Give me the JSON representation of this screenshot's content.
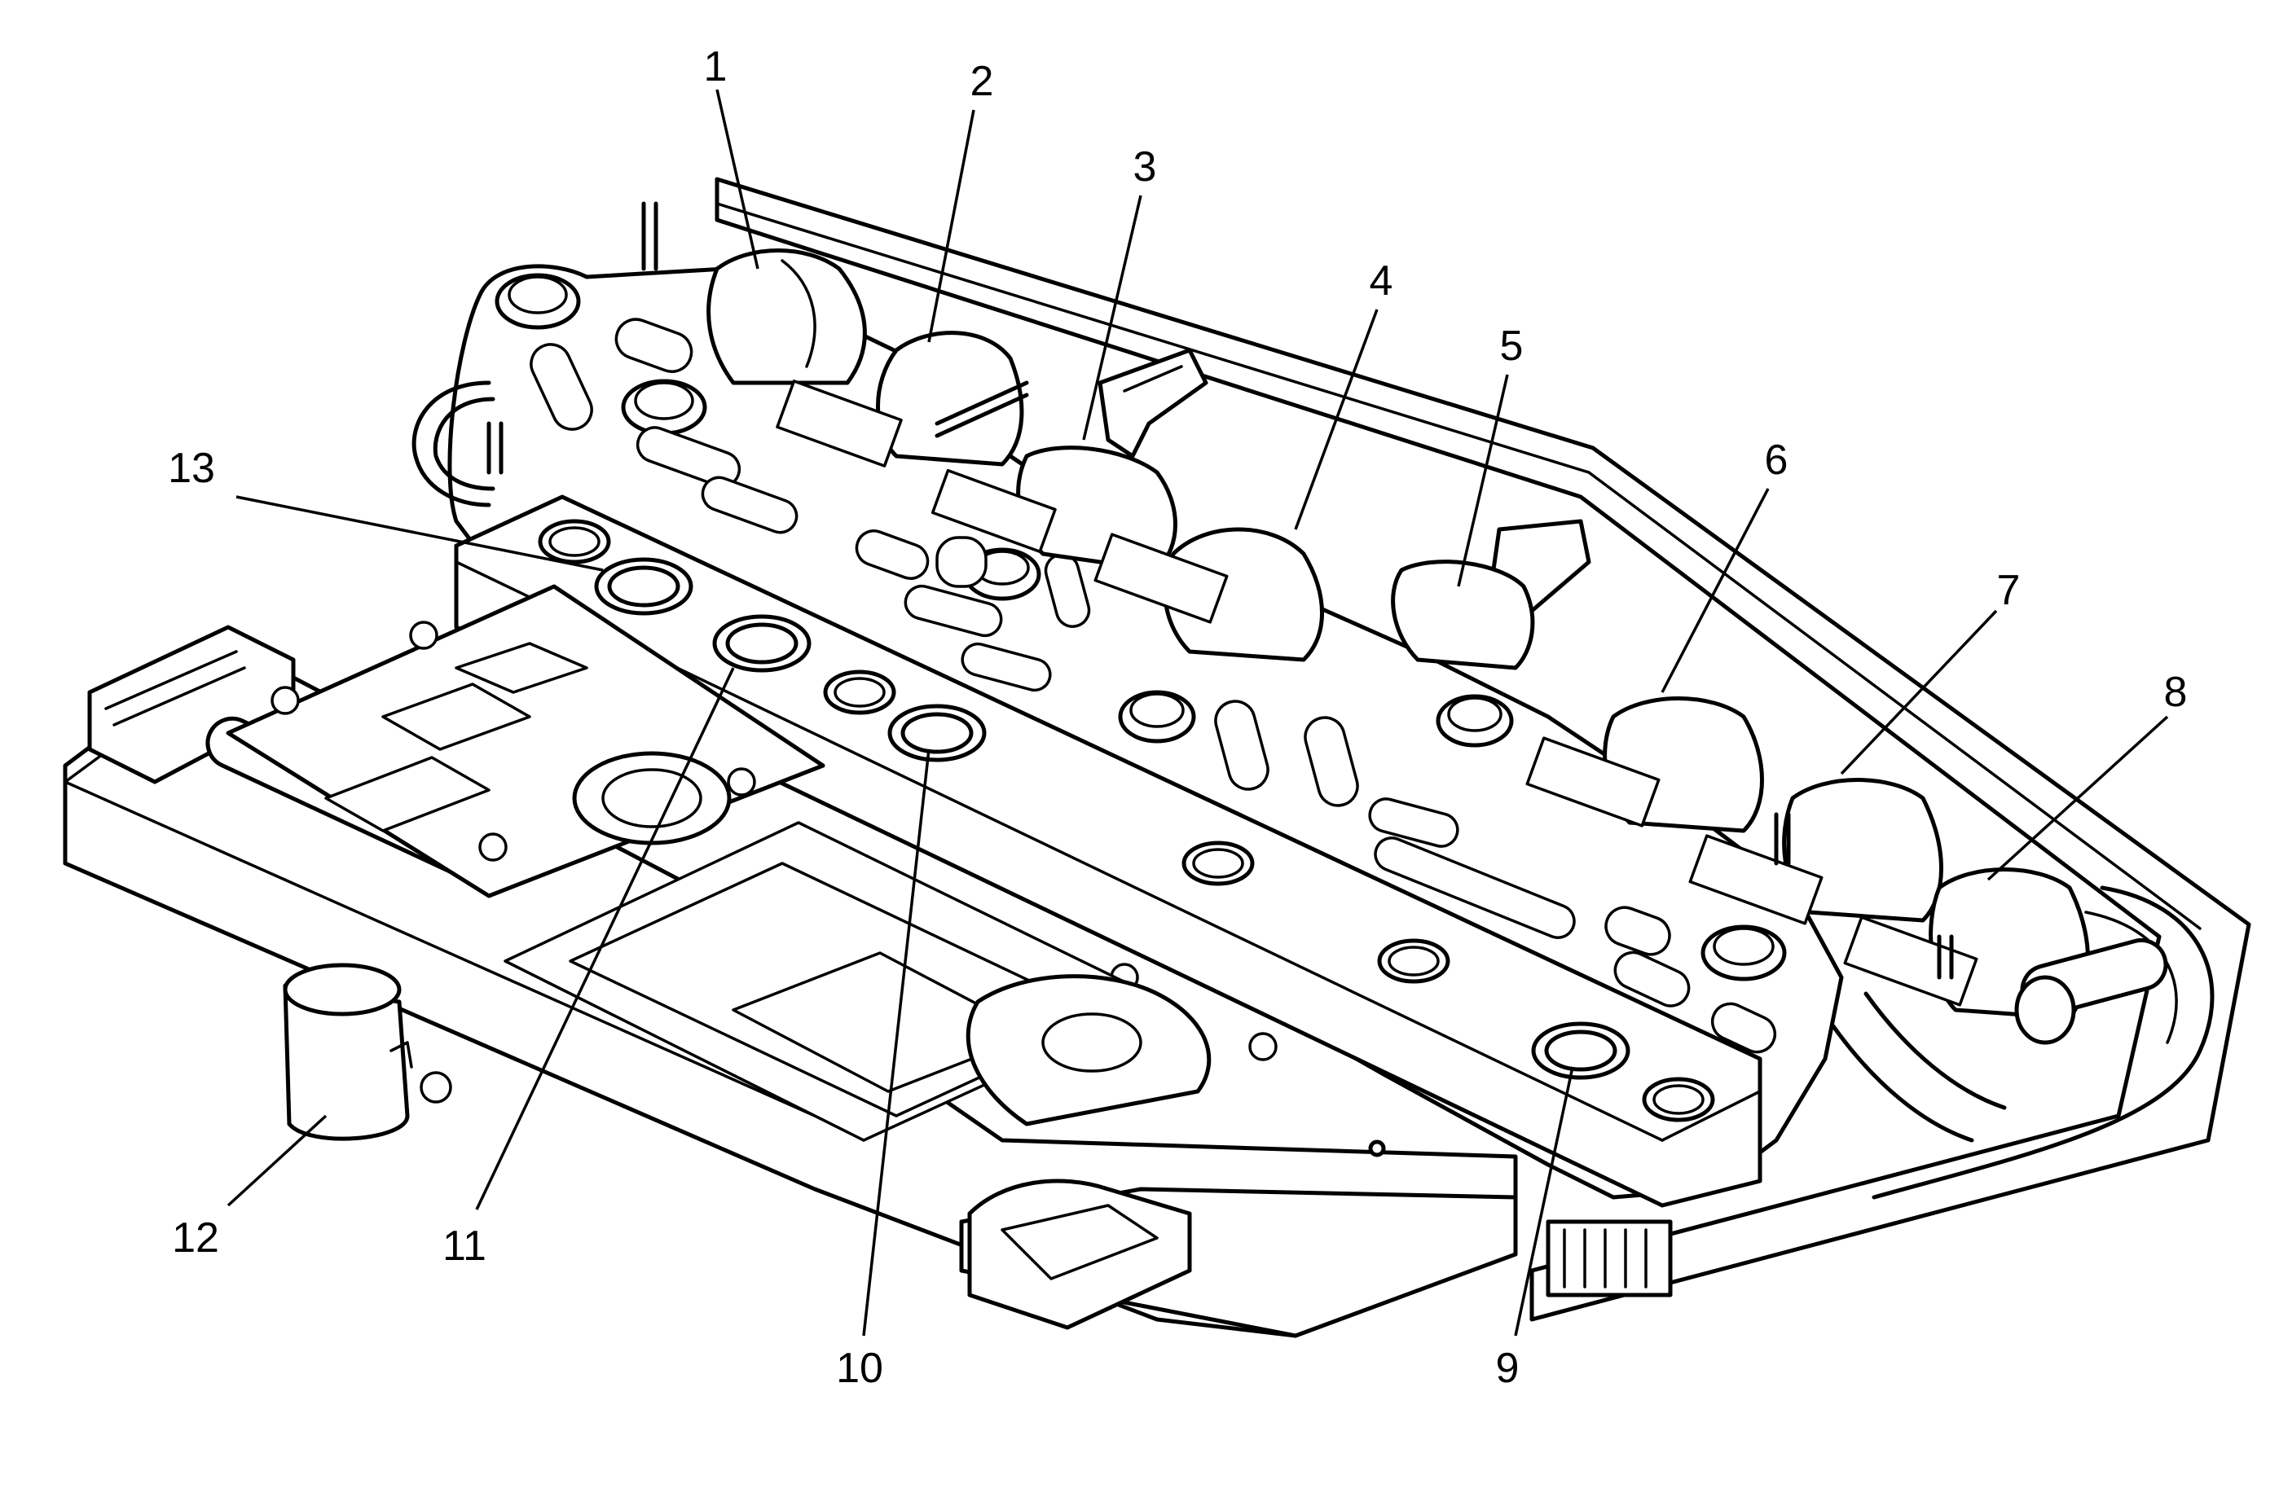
{
  "figure": {
    "callouts": [
      {
        "id": "callout-1",
        "label": "1"
      },
      {
        "id": "callout-2",
        "label": "2"
      },
      {
        "id": "callout-3",
        "label": "3"
      },
      {
        "id": "callout-4",
        "label": "4"
      },
      {
        "id": "callout-5",
        "label": "5"
      },
      {
        "id": "callout-6",
        "label": "6"
      },
      {
        "id": "callout-7",
        "label": "7"
      },
      {
        "id": "callout-8",
        "label": "8"
      },
      {
        "id": "callout-9",
        "label": "9"
      },
      {
        "id": "callout-10",
        "label": "10"
      },
      {
        "id": "callout-11",
        "label": "11"
      },
      {
        "id": "callout-12",
        "label": "12"
      },
      {
        "id": "callout-13",
        "label": "13"
      }
    ]
  }
}
